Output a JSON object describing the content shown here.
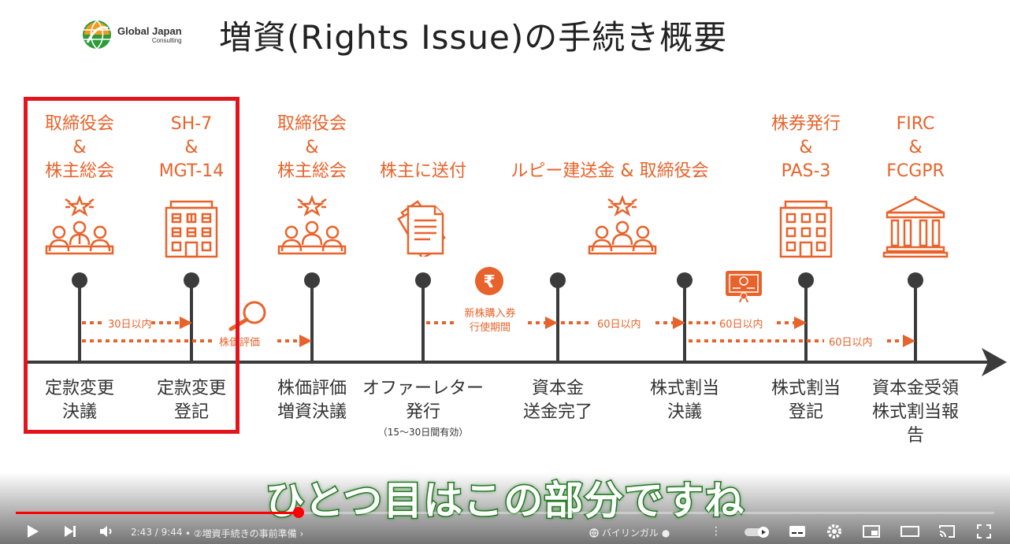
{
  "slide": {
    "logo": {
      "name": "Global Japan",
      "sub": "Consulting"
    },
    "title": "増資(Rights  Issue)の手続き概要",
    "top_labels": [
      "取締役会\n&\n株主総会",
      "SH-7\n&\nMGT-14",
      "取締役会\n&\n株主総会",
      "株主に送付",
      "ルピー建送金 & 取締役会",
      "株券発行\n&\nPAS-3",
      "FIRC\n&\nFCGPR"
    ],
    "bottom_labels": [
      "定款変更\n決議",
      "定款変更\n登記",
      "株価評価\n増資決議",
      "オファーレター\n発行",
      "資本金\n送金完了",
      "株式割当\n決議",
      "株式割当\n登記",
      "資本金受領\n株式割当報告"
    ],
    "offer_note": "（15～30日間有効）",
    "arrow_labels": {
      "a1": "30日以内",
      "a2": "株価評価",
      "a3": "新株購入券\n行使期間",
      "a4": "60日以内",
      "a5": "60日以内",
      "a6": "60日以内"
    },
    "rupee_symbol": "₹",
    "icons": [
      "meeting-icon",
      "office-building-icon",
      "meeting-icon",
      "documents-icon",
      "meeting-icon",
      "office-building-icon",
      "bank-icon",
      "rupee-coin-icon",
      "certificate-icon",
      "magnifier-icon"
    ],
    "accent_color": "#e8632b",
    "highlight_color": "#e3141b"
  },
  "caption": "ひとつ目はこの部分ですね",
  "player": {
    "progress_percent": 28.9,
    "time": "2:43 / 9:44",
    "chapter": "• ②増資手続きの事前準備 ›",
    "bilingual": "バイリンガル ●",
    "more": "⋮",
    "icons": [
      "play-icon",
      "next-icon",
      "volume-icon",
      "autoplay-toggle",
      "subtitles-icon",
      "settings-icon",
      "miniplayer-icon",
      "theater-icon",
      "cast-icon",
      "fullscreen-icon"
    ]
  }
}
